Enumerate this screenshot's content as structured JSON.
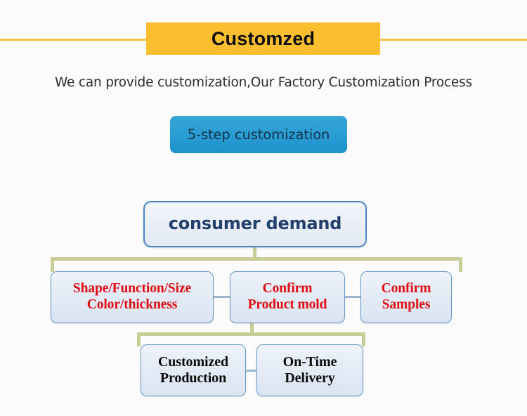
{
  "header": {
    "banner_title": "Customzed",
    "rule_color": "#f5c143",
    "banner_color": "#fbbe2e"
  },
  "subtitle": {
    "text": "We can provide customization,Our Factory Customization Process"
  },
  "pill": {
    "label": "5-step customization",
    "fill_color": "#2ea0d4",
    "text_color": "#15344f"
  },
  "flowchart": {
    "root": {
      "label": "consumer demand",
      "text_color": "#22406b",
      "border_color": "#4a86c4"
    },
    "connector_color": "#c8cd96",
    "level1": [
      {
        "line1": "Shape/Function/Size",
        "line2": "Color/thickness",
        "text_color": "#e00d12"
      },
      {
        "line1": "Confirm",
        "line2": "Product mold",
        "text_color": "#e00d12"
      },
      {
        "line1": "Confirm",
        "line2": "Samples",
        "text_color": "#e00d12"
      }
    ],
    "level2": [
      {
        "line1": "Customized",
        "line2": "Production",
        "text_color": "#0b0b0b"
      },
      {
        "line1": "On-Time",
        "line2": "Delivery",
        "text_color": "#0b0b0b"
      }
    ]
  }
}
